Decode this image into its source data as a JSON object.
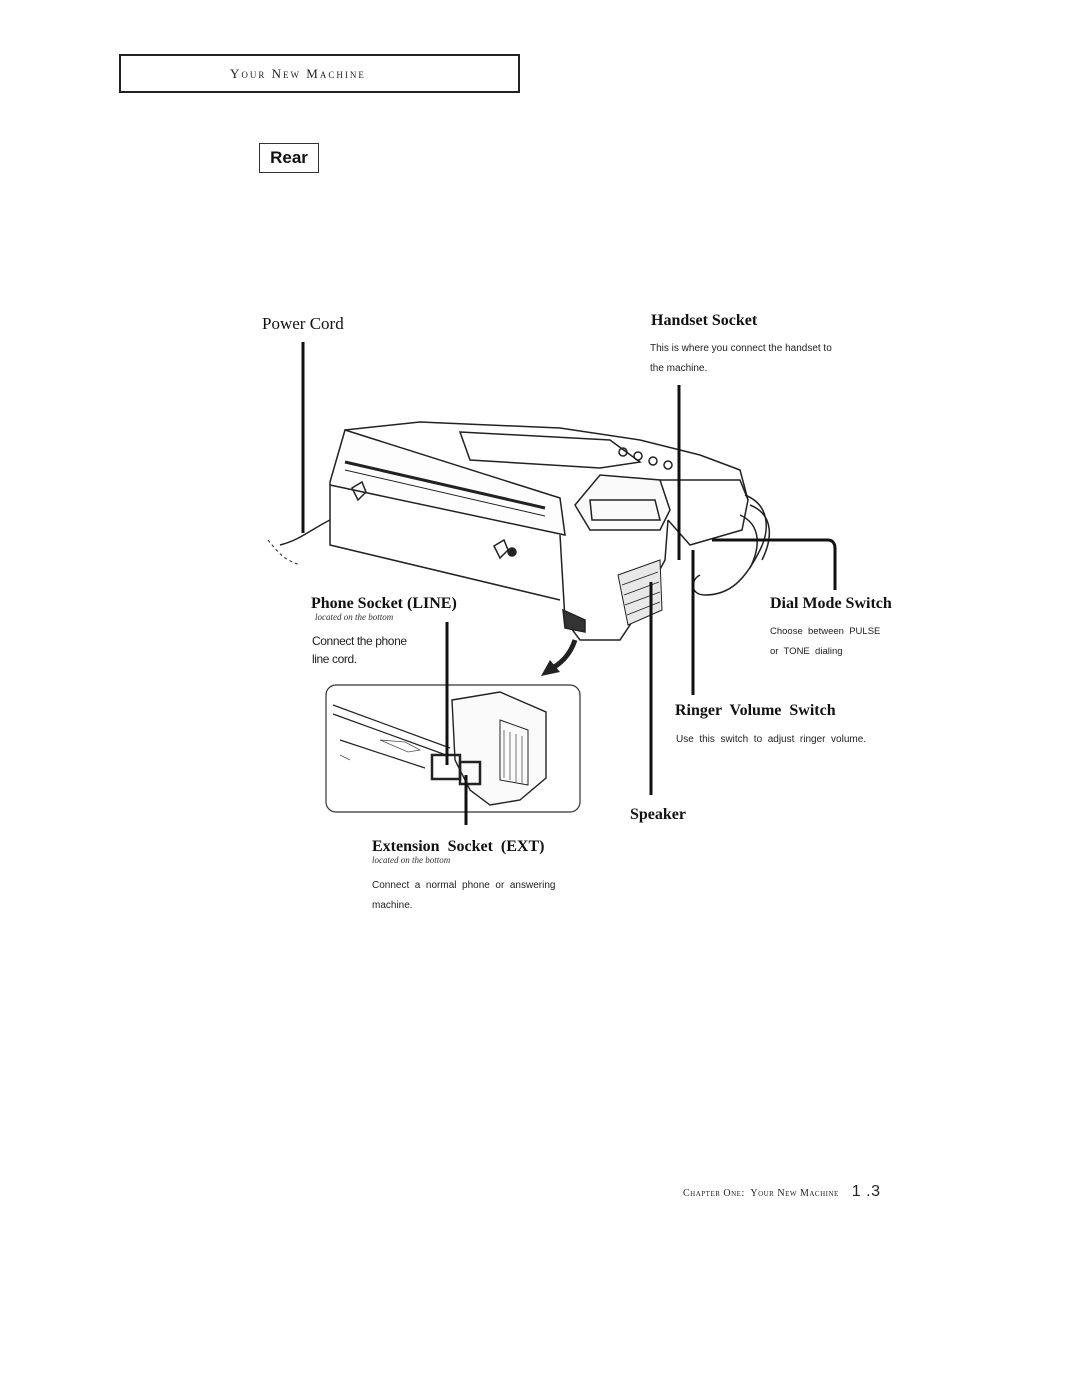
{
  "header": {
    "title": "Your New Machine"
  },
  "section": {
    "label": "Rear"
  },
  "labels": {
    "power_cord": {
      "title": "Power Cord"
    },
    "handset_socket": {
      "title": "Handset Socket",
      "desc_line1": "This is where you connect the handset to",
      "desc_line2": "the  machine."
    },
    "phone_socket": {
      "title": "Phone Socket (LINE)",
      "note": "located on the bottom",
      "desc_line1": "Connect the phone",
      "desc_line2": "line cord."
    },
    "dial_mode_switch": {
      "title": "Dial Mode Switch",
      "desc_line1": "Choose  between  PULSE",
      "desc_line2": "or  TONE  dialing"
    },
    "ringer_volume_switch": {
      "title": "Ringer  Volume  Switch",
      "desc": "Use  this  switch  to  adjust  ringer  volume."
    },
    "speaker": {
      "title": "Speaker"
    },
    "extension_socket": {
      "title": "Extension  Socket  (EXT)",
      "note": "located on the bottom",
      "desc_line1": "Connect  a  normal  phone  or  answering",
      "desc_line2": "machine."
    }
  },
  "footer": {
    "chapter": "Chapter One:  Your New Machine",
    "page": "1 .3"
  }
}
